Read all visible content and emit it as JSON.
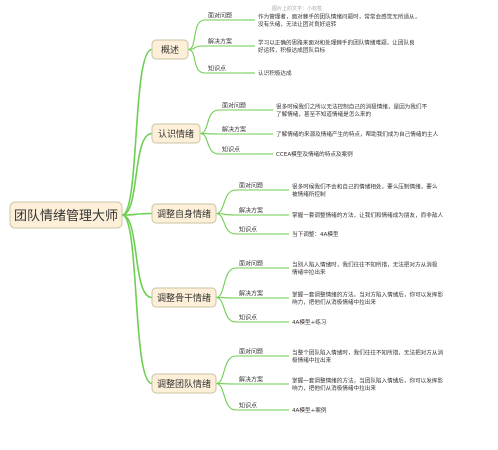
{
  "watermark": "图片上的文字：小标签",
  "root": {
    "label": "团队情绪管理大师"
  },
  "branches": [
    {
      "label": "概述",
      "items": [
        {
          "label": "面对问题",
          "lines": [
            "作为管理者，面对棘手的团队情绪问题时，常常会感觉无所适从，",
            "没有头绪，无法让团对良好运转"
          ]
        },
        {
          "label": "解决方案",
          "lines": [
            "学习以正确的思路来面对和处理棘手的团队情绪难题，让团队良",
            "好运转，积极达成团队目标"
          ]
        },
        {
          "label": "知识点",
          "lines": [
            "认识积极达成"
          ]
        }
      ]
    },
    {
      "label": "认识情绪",
      "items": [
        {
          "label": "面对问题",
          "lines": [
            "很多时候我们之所以无法控制自己的消极情绪，是因为我们不",
            "了解情绪，甚至不知道情绪是怎么来的"
          ]
        },
        {
          "label": "解决方案",
          "lines": [
            "了解情绪的来源及情绪产生的特点，帮助我们成为自己情绪的主人"
          ]
        },
        {
          "label": "知识点",
          "lines": [
            "CCEA模型及情绪的特点及案例"
          ]
        }
      ]
    },
    {
      "label": "调整自身情绪",
      "items": [
        {
          "label": "面对问题",
          "lines": [
            "很多时候我们不会和自己的情绪相处，要么压制情绪，要么",
            "被情绪所控制"
          ]
        },
        {
          "label": "解决方案",
          "lines": [
            "掌握一套调整情绪的方法，让我们和情绪成为朋友，而非敌人"
          ]
        },
        {
          "label": "知识点",
          "lines": [
            "当下调整：4A模型"
          ]
        }
      ]
    },
    {
      "label": "调整骨干情绪",
      "items": [
        {
          "label": "面对问题",
          "lines": [
            "当别人陷入情绪时，我们往往不知所措，无法把对方从消极",
            "情绪中拉出来"
          ]
        },
        {
          "label": "解决方案",
          "lines": [
            "掌握一套调整情绪的方法，当对方陷入情绪后，你可以发挥影",
            "响力，把他们从消极情绪中拉出来"
          ]
        },
        {
          "label": "知识点",
          "lines": [
            "4A模型+练习"
          ]
        }
      ]
    },
    {
      "label": "调整团队情绪",
      "items": [
        {
          "label": "面对问题",
          "lines": [
            "当整个团队陷入情绪时，我们往往不知所措，无法把对方从消",
            "极情绪中拉出来"
          ]
        },
        {
          "label": "解决方案",
          "lines": [
            "掌握一套调整情绪的方法，当团队陷入情绪后，你可以发挥影",
            "响力，把他们从消极情绪中拉出来"
          ]
        },
        {
          "label": "知识点",
          "lines": [
            "4A模型+案例"
          ]
        }
      ]
    }
  ]
}
